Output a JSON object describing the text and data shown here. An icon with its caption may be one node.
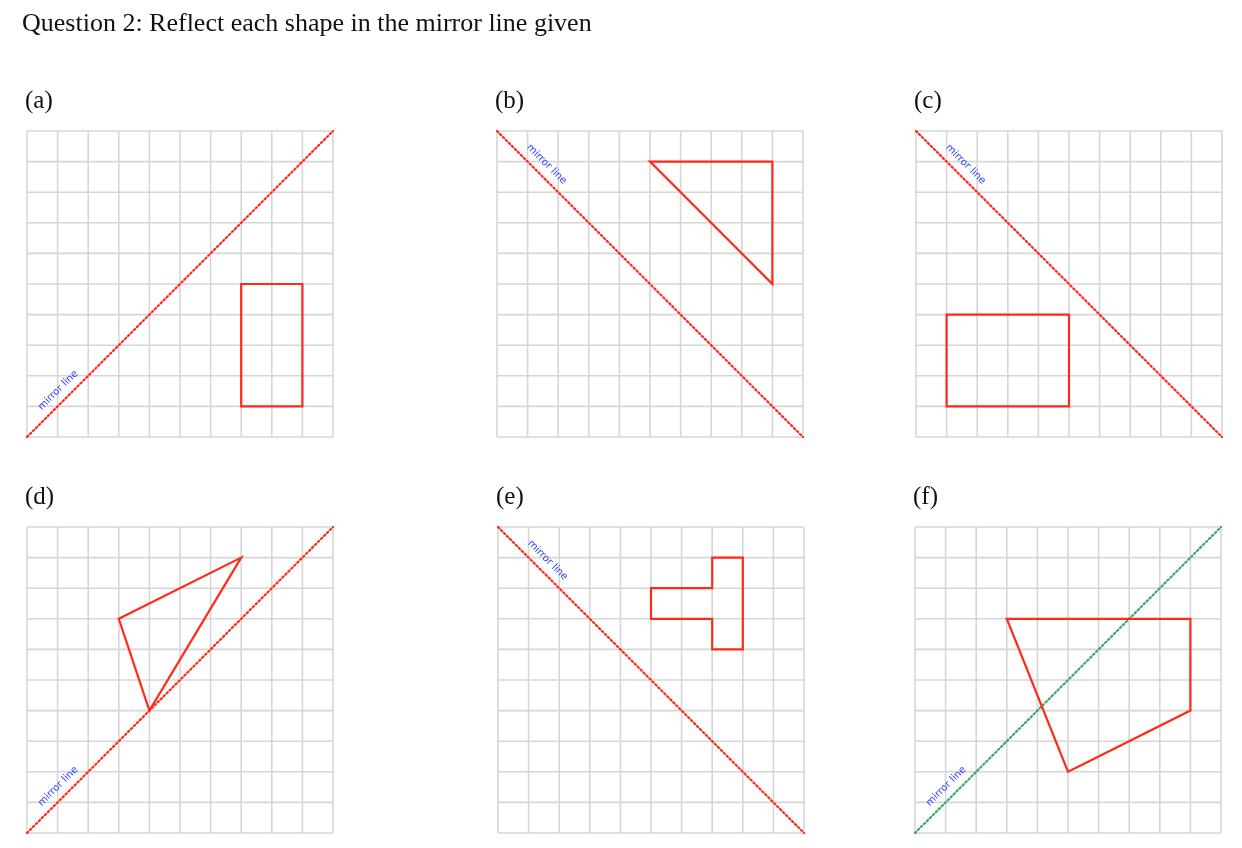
{
  "diagram": {
    "title": "Question 2: Reflect each shape in the mirror line given",
    "nodes": [
      {
        "text": [
          "(a)",
          "mirror line"
        ]
      },
      {
        "text": [
          "(b)",
          "mirror line"
        ]
      },
      {
        "text": [
          "(c)",
          "mirror line"
        ]
      },
      {
        "text": [
          "(d)",
          "mirror line"
        ]
      },
      {
        "text": [
          "(e)",
          "mirror line"
        ]
      },
      {
        "text": [
          "(f)",
          "mirror line"
        ]
      }
    ]
  }
}
